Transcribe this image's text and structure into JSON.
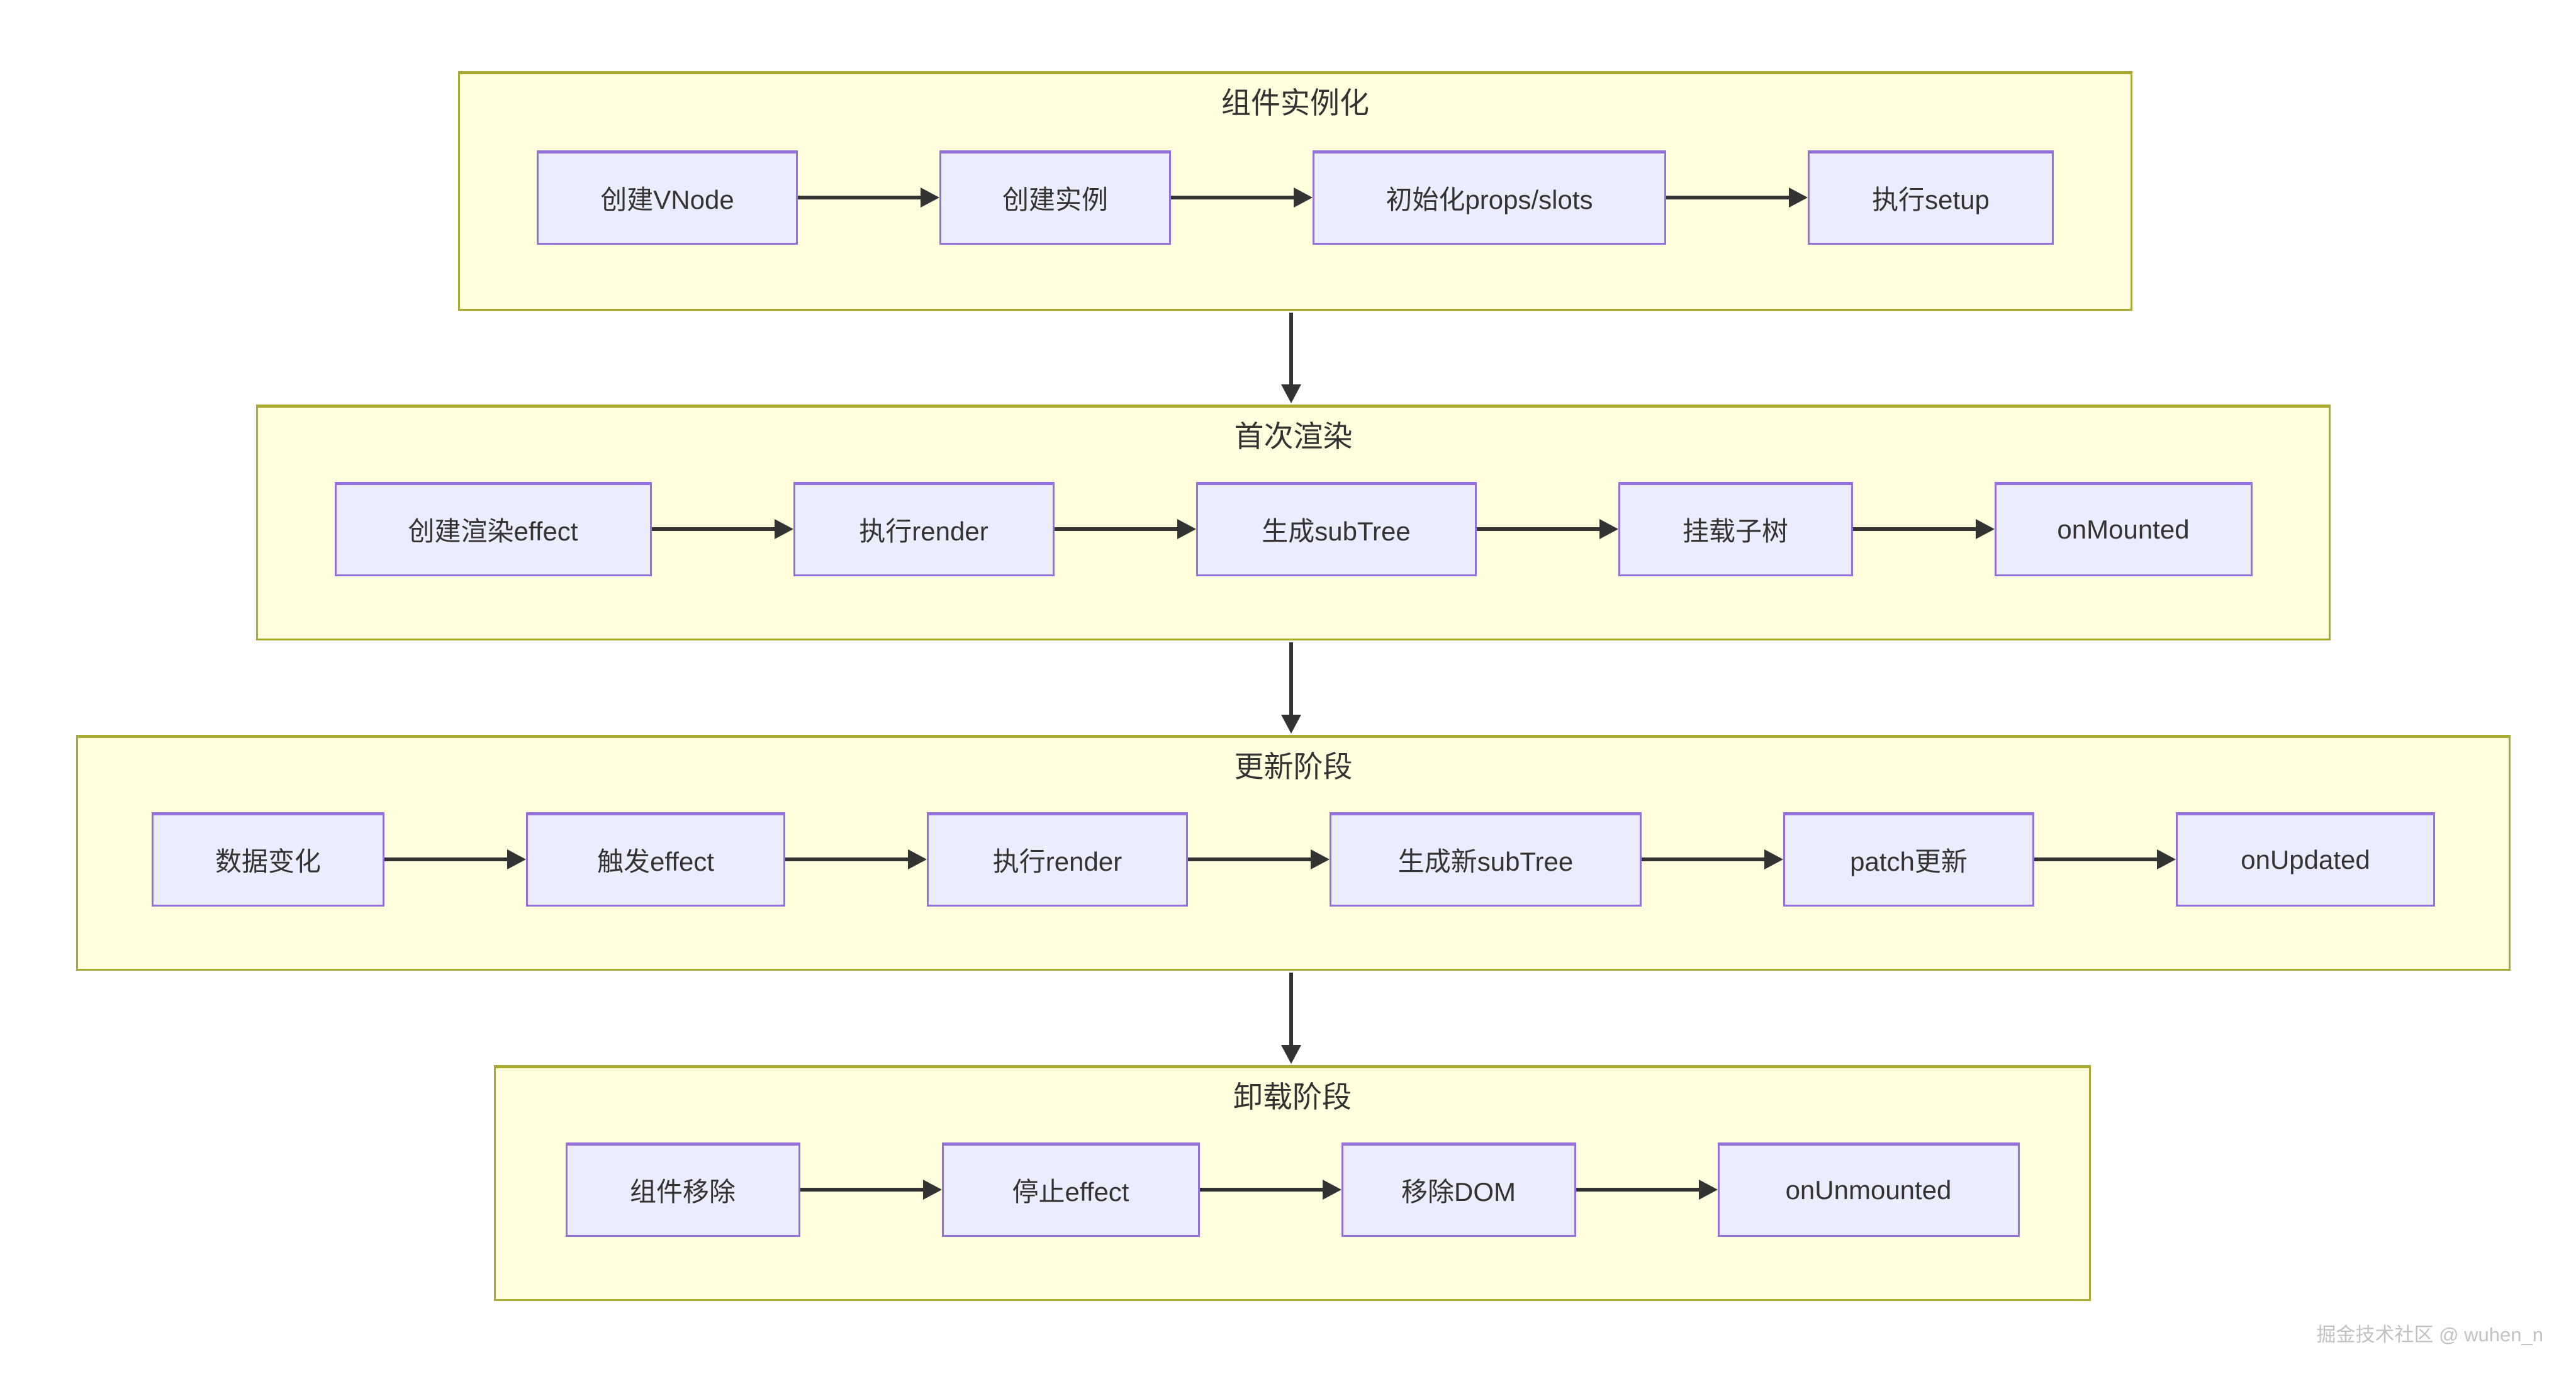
{
  "diagram": {
    "type": "flowchart",
    "direction": "top-to-bottom",
    "subject": "Vue component lifecycle",
    "sections": [
      {
        "title": "组件实例化",
        "nodes": [
          "创建VNode",
          "创建实例",
          "初始化props/slots",
          "执行setup"
        ]
      },
      {
        "title": "首次渲染",
        "nodes": [
          "创建渲染effect",
          "执行render",
          "生成subTree",
          "挂载子树",
          "onMounted"
        ]
      },
      {
        "title": "更新阶段",
        "nodes": [
          "数据变化",
          "触发effect",
          "执行render",
          "生成新subTree",
          "patch更新",
          "onUpdated"
        ]
      },
      {
        "title": "卸载阶段",
        "nodes": [
          "组件移除",
          "停止effect",
          "移除DOM",
          "onUnmounted"
        ]
      }
    ],
    "section_flow": [
      "组件实例化 → 首次渲染",
      "首次渲染 → 更新阶段",
      "更新阶段 → 卸载阶段"
    ],
    "colors": {
      "section_fill": "#ffffde",
      "section_border": "#aaaa33",
      "node_fill": "#ececff",
      "node_border": "#9370db",
      "arrow": "#333333",
      "text": "#333333",
      "background": "#ffffff"
    }
  },
  "watermark": {
    "text": "掘金技术社区 @ wuhen_n"
  }
}
